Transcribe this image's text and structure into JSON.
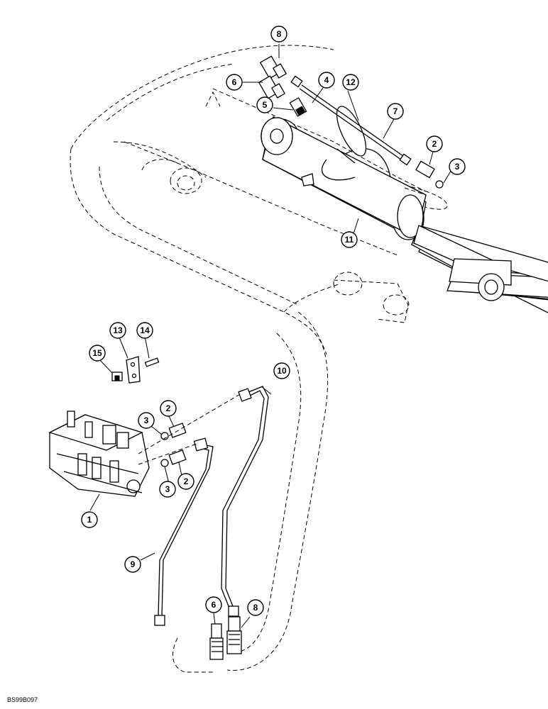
{
  "figure_ref": "BS99B097",
  "callouts": [
    {
      "number": "1"
    },
    {
      "number": "2"
    },
    {
      "number": "2"
    },
    {
      "number": "2"
    },
    {
      "number": "3"
    },
    {
      "number": "3"
    },
    {
      "number": "3"
    },
    {
      "number": "4"
    },
    {
      "number": "5"
    },
    {
      "number": "6"
    },
    {
      "number": "6"
    },
    {
      "number": "7"
    },
    {
      "number": "8"
    },
    {
      "number": "8"
    },
    {
      "number": "9"
    },
    {
      "number": "10"
    },
    {
      "number": "11"
    },
    {
      "number": "12"
    },
    {
      "number": "13"
    },
    {
      "number": "14"
    },
    {
      "number": "15"
    }
  ]
}
